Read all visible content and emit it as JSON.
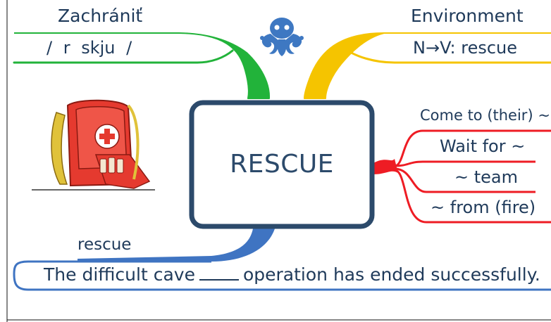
{
  "center": {
    "label": "RESCUE"
  },
  "branches": {
    "translation": {
      "title": "Zachrániť",
      "pronunciation": "/ r skju /"
    },
    "word_formation": {
      "title": "Environment",
      "detail": "N→V: rescue"
    },
    "collocations": {
      "items": [
        "Come to (their) ~",
        "Wait for ~",
        "~ team",
        "~ from (fire)"
      ]
    },
    "example": {
      "answer": "rescue",
      "sentence_before": "The difficult cave",
      "sentence_after": "operation has ended successfully."
    }
  },
  "colors": {
    "green": "#22b33a",
    "yellow": "#f5c400",
    "red": "#ee1c24",
    "blue": "#3f74c2",
    "center_border": "#2c4a6b",
    "text": "#1f3a5a"
  },
  "icons": {
    "logo": "octopus-icon",
    "illustration": "first-aid-backpack-icon"
  }
}
